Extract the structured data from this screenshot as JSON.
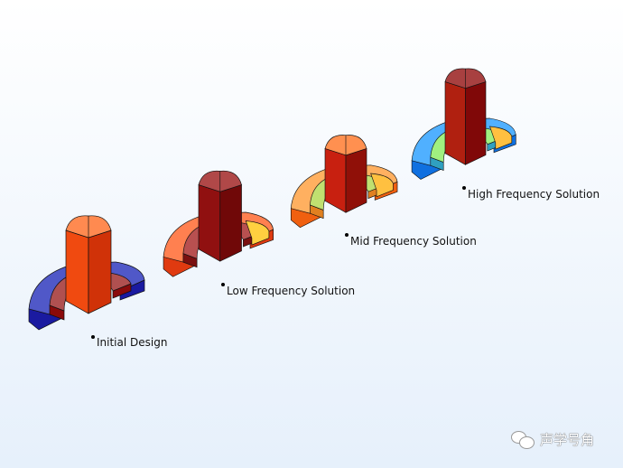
{
  "models": [
    {
      "name": "initial-design",
      "label": "Initial Design",
      "height": 95,
      "colors": {
        "outer_top": "#5058c8",
        "outer_side": "#1a1aa0",
        "inner_top": "#b05050",
        "inner_side": "#8a0a0a",
        "pillar_left": "#f04a10",
        "pillar_right": "#d03208",
        "cap": "#ff8a50"
      }
    },
    {
      "name": "low-frequency-solution",
      "label": "Low Frequency Solution",
      "height": 92,
      "colors": {
        "outer_top": "#ff8050",
        "outer_side": "#e03a10",
        "inner_top": "#b85050",
        "inner_side": "#7a1010",
        "pillar_left": "#901010",
        "pillar_right": "#700808",
        "cap": "#b04848",
        "right_tip": "#ffd040"
      }
    },
    {
      "name": "mid-frequency-solution",
      "label": "Mid Frequency Solution",
      "height": 80,
      "colors": {
        "outer_top": "#ffb060",
        "outer_side": "#f06010",
        "inner_top": "#c0e070",
        "inner_side": "#e08020",
        "pillar_left": "#c82010",
        "pillar_right": "#901008",
        "cap": "#ff9050",
        "right_tip": "#ffc040"
      }
    },
    {
      "name": "high-frequency-solution",
      "label": "High Frequency Solution",
      "height": 105,
      "colors": {
        "outer_top": "#50b0ff",
        "outer_side": "#1070e0",
        "inner_top": "#a0f080",
        "inner_side": "#30a0c0",
        "pillar_left": "#b02010",
        "pillar_right": "#800808",
        "cap": "#a84040",
        "right_tip": "#ffc040"
      }
    }
  ],
  "watermark": {
    "text": "声学号角",
    "icon": "wechat-icon"
  }
}
